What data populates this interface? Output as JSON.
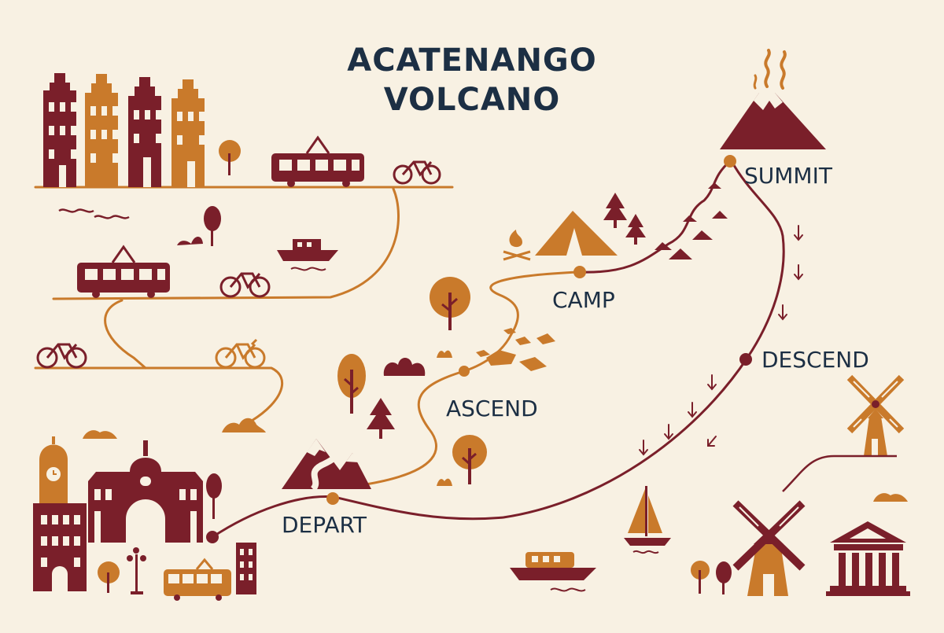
{
  "title_line1": "ACATENANGO",
  "title_line2": "VOLCANO",
  "labels": {
    "summit": "SUMMIT",
    "camp": "CAMP",
    "ascend": "ASCEND",
    "descend": "DESCEND",
    "depart": "DEPART"
  },
  "colors": {
    "background": "#f8f1e3",
    "maroon": "#7a1f2a",
    "orange": "#c97a2b",
    "text": "#1c2f44"
  },
  "icons": [
    "canal-houses-icon",
    "tram-icon",
    "bicycle-icon",
    "tree-icon",
    "boat-icon",
    "tent-icon",
    "campfire-icon",
    "pine-tree-icon",
    "volcano-icon",
    "mountain-icon",
    "rocks-icon",
    "windmill-icon",
    "sailboat-icon",
    "museum-icon",
    "palace-icon",
    "clock-tower-icon",
    "street-lamp-icon",
    "bus-icon",
    "bird-icon",
    "waves-icon"
  ]
}
